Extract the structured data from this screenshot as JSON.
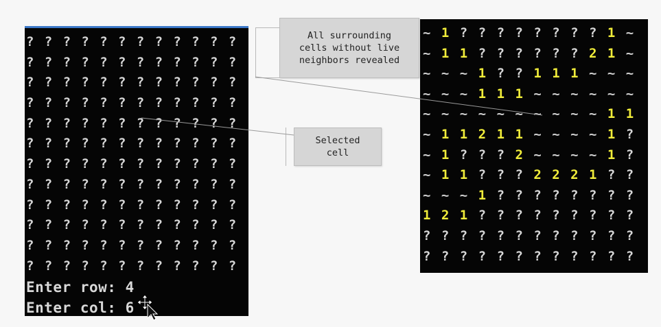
{
  "left_console": {
    "rows": [
      [
        "?",
        "?",
        "?",
        "?",
        "?",
        "?",
        "?",
        "?",
        "?",
        "?",
        "?",
        "?"
      ],
      [
        "?",
        "?",
        "?",
        "?",
        "?",
        "?",
        "?",
        "?",
        "?",
        "?",
        "?",
        "?"
      ],
      [
        "?",
        "?",
        "?",
        "?",
        "?",
        "?",
        "?",
        "?",
        "?",
        "?",
        "?",
        "?"
      ],
      [
        "?",
        "?",
        "?",
        "?",
        "?",
        "?",
        "?",
        "?",
        "?",
        "?",
        "?",
        "?"
      ],
      [
        "?",
        "?",
        "?",
        "?",
        "?",
        "?",
        "?",
        "?",
        "?",
        "?",
        "?",
        "?"
      ],
      [
        "?",
        "?",
        "?",
        "?",
        "?",
        "?",
        "?",
        "?",
        "?",
        "?",
        "?",
        "?"
      ],
      [
        "?",
        "?",
        "?",
        "?",
        "?",
        "?",
        "?",
        "?",
        "?",
        "?",
        "?",
        "?"
      ],
      [
        "?",
        "?",
        "?",
        "?",
        "?",
        "?",
        "?",
        "?",
        "?",
        "?",
        "?",
        "?"
      ],
      [
        "?",
        "?",
        "?",
        "?",
        "?",
        "?",
        "?",
        "?",
        "?",
        "?",
        "?",
        "?"
      ],
      [
        "?",
        "?",
        "?",
        "?",
        "?",
        "?",
        "?",
        "?",
        "?",
        "?",
        "?",
        "?"
      ],
      [
        "?",
        "?",
        "?",
        "?",
        "?",
        "?",
        "?",
        "?",
        "?",
        "?",
        "?",
        "?"
      ],
      [
        "?",
        "?",
        "?",
        "?",
        "?",
        "?",
        "?",
        "?",
        "?",
        "?",
        "?",
        "?"
      ]
    ],
    "prompt_row": "Enter row: 4",
    "prompt_col": "Enter col: 6"
  },
  "right_console": {
    "rows": [
      [
        "~",
        "1",
        "?",
        "?",
        "?",
        "?",
        "?",
        "?",
        "?",
        "?",
        "1",
        "~"
      ],
      [
        "~",
        "1",
        "1",
        "?",
        "?",
        "?",
        "?",
        "?",
        "?",
        "2",
        "1",
        "~"
      ],
      [
        "~",
        "~",
        "~",
        "1",
        "?",
        "?",
        "1",
        "1",
        "1",
        "~",
        "~",
        "~"
      ],
      [
        "~",
        "~",
        "~",
        "1",
        "1",
        "1",
        "~",
        "~",
        "~",
        "~",
        "~",
        "~"
      ],
      [
        "~",
        "~",
        "~",
        "~",
        "~",
        "~",
        "~",
        "~",
        "~",
        "~",
        "1",
        "1"
      ],
      [
        "~",
        "1",
        "1",
        "2",
        "1",
        "1",
        "~",
        "~",
        "~",
        "~",
        "1",
        "?"
      ],
      [
        "~",
        "1",
        "?",
        "?",
        "?",
        "2",
        "~",
        "~",
        "~",
        "~",
        "1",
        "?"
      ],
      [
        "~",
        "1",
        "1",
        "?",
        "?",
        "?",
        "2",
        "2",
        "2",
        "1",
        "?",
        "?"
      ],
      [
        "~",
        "~",
        "~",
        "1",
        "?",
        "?",
        "?",
        "?",
        "?",
        "?",
        "?",
        "?"
      ],
      [
        "1",
        "2",
        "1",
        "?",
        "?",
        "?",
        "?",
        "?",
        "?",
        "?",
        "?",
        "?"
      ],
      [
        "?",
        "?",
        "?",
        "?",
        "?",
        "?",
        "?",
        "?",
        "?",
        "?",
        "?",
        "?"
      ],
      [
        "?",
        "?",
        "?",
        "?",
        "?",
        "?",
        "?",
        "?",
        "?",
        "?",
        "?",
        "?"
      ]
    ]
  },
  "callouts": {
    "revealed": "All surrounding\ncells without live\nneighbors revealed",
    "selected": "Selected\ncell"
  },
  "colors": {
    "console_bg": "#050505",
    "unrevealed": "#d6d6d6",
    "number": "#f0ec3a",
    "titlebar_accent": "#3c78c8"
  },
  "icons": {
    "cursor": "move-cursor-icon"
  }
}
